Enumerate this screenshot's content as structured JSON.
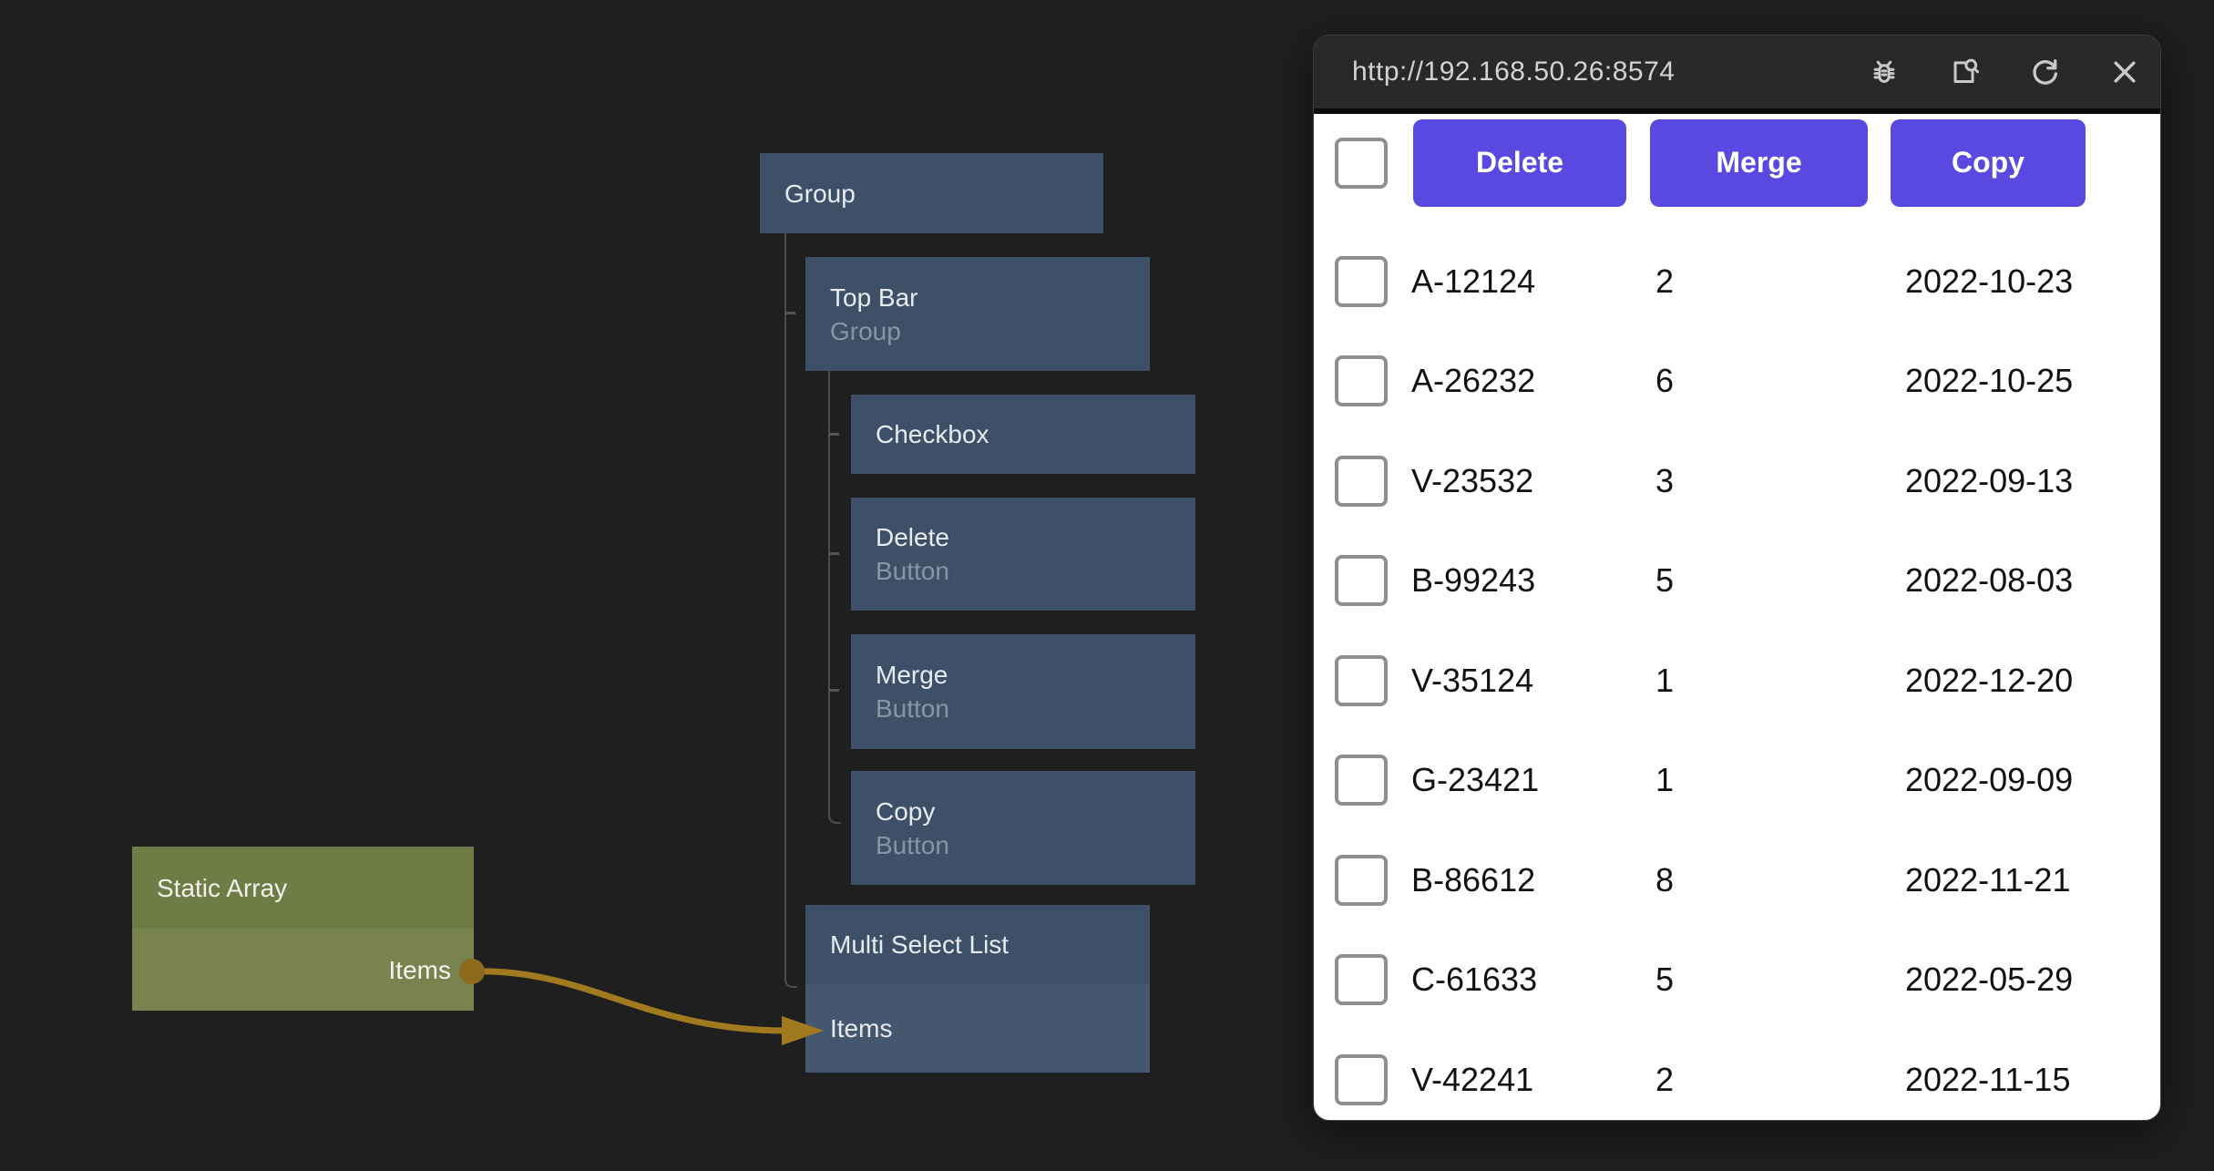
{
  "canvas": {
    "nodes": {
      "group": {
        "title": "Group"
      },
      "top_bar": {
        "title": "Top Bar",
        "subtitle": "Group"
      },
      "checkbox": {
        "title": "Checkbox"
      },
      "delete": {
        "title": "Delete",
        "subtitle": "Button"
      },
      "merge": {
        "title": "Merge",
        "subtitle": "Button"
      },
      "copy": {
        "title": "Copy",
        "subtitle": "Button"
      },
      "multi_select_list": {
        "title": "Multi Select List",
        "item_port": "Items"
      },
      "static_array": {
        "title": "Static Array",
        "item_port": "Items"
      }
    },
    "connection": {
      "from": "static_array.Items",
      "to": "multi_select_list.Items"
    }
  },
  "preview": {
    "url": "http://192.168.50.26:8574",
    "header_icons": [
      "debug-icon",
      "inspect-icon",
      "refresh-icon",
      "close-icon"
    ],
    "buttons": {
      "delete": "Delete",
      "merge": "Merge",
      "copy": "Copy"
    },
    "rows": [
      {
        "id": "A-12124",
        "qty": "2",
        "date": "2022-10-23"
      },
      {
        "id": "A-26232",
        "qty": "6",
        "date": "2022-10-25"
      },
      {
        "id": "V-23532",
        "qty": "3",
        "date": "2022-09-13"
      },
      {
        "id": "B-99243",
        "qty": "5",
        "date": "2022-08-03"
      },
      {
        "id": "V-35124",
        "qty": "1",
        "date": "2022-12-20"
      },
      {
        "id": "G-23421",
        "qty": "1",
        "date": "2022-09-09"
      },
      {
        "id": "B-86612",
        "qty": "8",
        "date": "2022-11-21"
      },
      {
        "id": "C-61633",
        "qty": "5",
        "date": "2022-05-29"
      },
      {
        "id": "V-42241",
        "qty": "2",
        "date": "2022-11-15"
      }
    ]
  },
  "colors": {
    "canvas_bg": "#1f1f20",
    "node_blue": "#3d5068",
    "node_blue_section": "#45566f",
    "node_olive": "#6f7c45",
    "node_olive_section": "#79834f",
    "wire_gold": "#a1791e",
    "tree_line": "#4c4c4c",
    "accent_purple": "#5a49e1",
    "window_header": "#292929"
  }
}
